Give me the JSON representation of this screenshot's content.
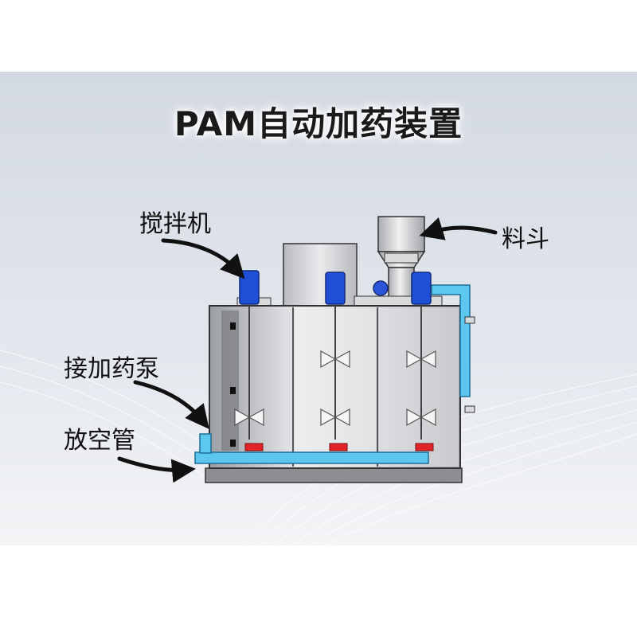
{
  "title": "PAM自动加药装置",
  "labels": {
    "mixer": "搅拌机",
    "dosing_pump": "接加药泵",
    "vent_pipe": "放空管",
    "hopper": "料斗"
  },
  "colors": {
    "panel_background": "#dde2ea",
    "tank_body": "#c9cbcf",
    "motor_blue": "#1e4fd6",
    "pipe_cyan": "#5cc8f0",
    "valve_red": "#e0252a",
    "base_frame": "#8c8e92",
    "arrow": "#111111"
  }
}
